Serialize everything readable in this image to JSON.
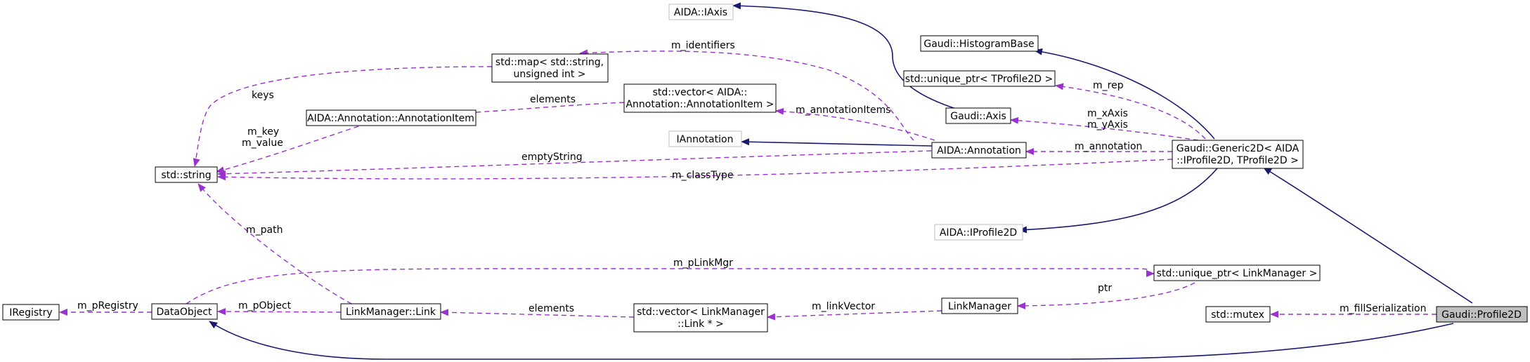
{
  "colors": {
    "inherit_edge": "#191970",
    "use_edge": "#9a32cd",
    "node_border": "#000000",
    "node_border_external": "#bfbfbf",
    "highlight_fill": "#bfbfbf"
  },
  "nodes": {
    "iregistry": [
      "IRegistry"
    ],
    "dataobject": [
      "DataObject"
    ],
    "std_string": [
      "std::string"
    ],
    "linkmanager_link": [
      "LinkManager::Link"
    ],
    "std_map": [
      "std::map< std::string,",
      "unsigned int >"
    ],
    "annotation_item": [
      "AIDA::Annotation::AnnotationItem"
    ],
    "vector_annotation_item": [
      "std::vector< AIDA::",
      "Annotation::AnnotationItem >"
    ],
    "vector_link": [
      "std::vector< LinkManager",
      "::Link * >"
    ],
    "aida_iaxis": [
      "AIDA::IAxis"
    ],
    "iannotation": [
      "IAnnotation"
    ],
    "aida_annotation": [
      "AIDA::Annotation"
    ],
    "gaudi_axis": [
      "Gaudi::Axis"
    ],
    "aida_iprofile2d": [
      "AIDA::IProfile2D"
    ],
    "linkmanager": [
      "LinkManager"
    ],
    "histogram_base": [
      "Gaudi::HistogramBase"
    ],
    "unique_ptr_tprofile": [
      "std::unique_ptr< TProfile2D >"
    ],
    "generic2d": [
      "Gaudi::Generic2D< AIDA",
      "::IProfile2D, TProfile2D >"
    ],
    "unique_ptr_linkmanager": [
      "std::unique_ptr< LinkManager >"
    ],
    "std_mutex": [
      "std::mutex"
    ],
    "profile2d": [
      "Gaudi::Profile2D"
    ]
  },
  "edge_labels": {
    "m_pRegistry": "m_pRegistry",
    "m_pObject": "m_pObject",
    "keys": "keys",
    "m_key_value": [
      "m_key",
      "m_value"
    ],
    "m_path": "m_path",
    "emptyString": "emptyString",
    "m_classType": "m_classType",
    "m_identifiers": "m_identifiers",
    "elements_annotation": "elements",
    "m_annotationItems": "m_annotationItems",
    "m_annotation": "m_annotation",
    "m_pLinkMgr": "m_pLinkMgr",
    "elements_link": "elements",
    "m_linkVector": "m_linkVector",
    "ptr": "ptr",
    "m_rep": "m_rep",
    "m_xAxis_yAxis": [
      "m_xAxis",
      "m_yAxis"
    ],
    "m_fillSerialization": "m_fillSerialization"
  }
}
